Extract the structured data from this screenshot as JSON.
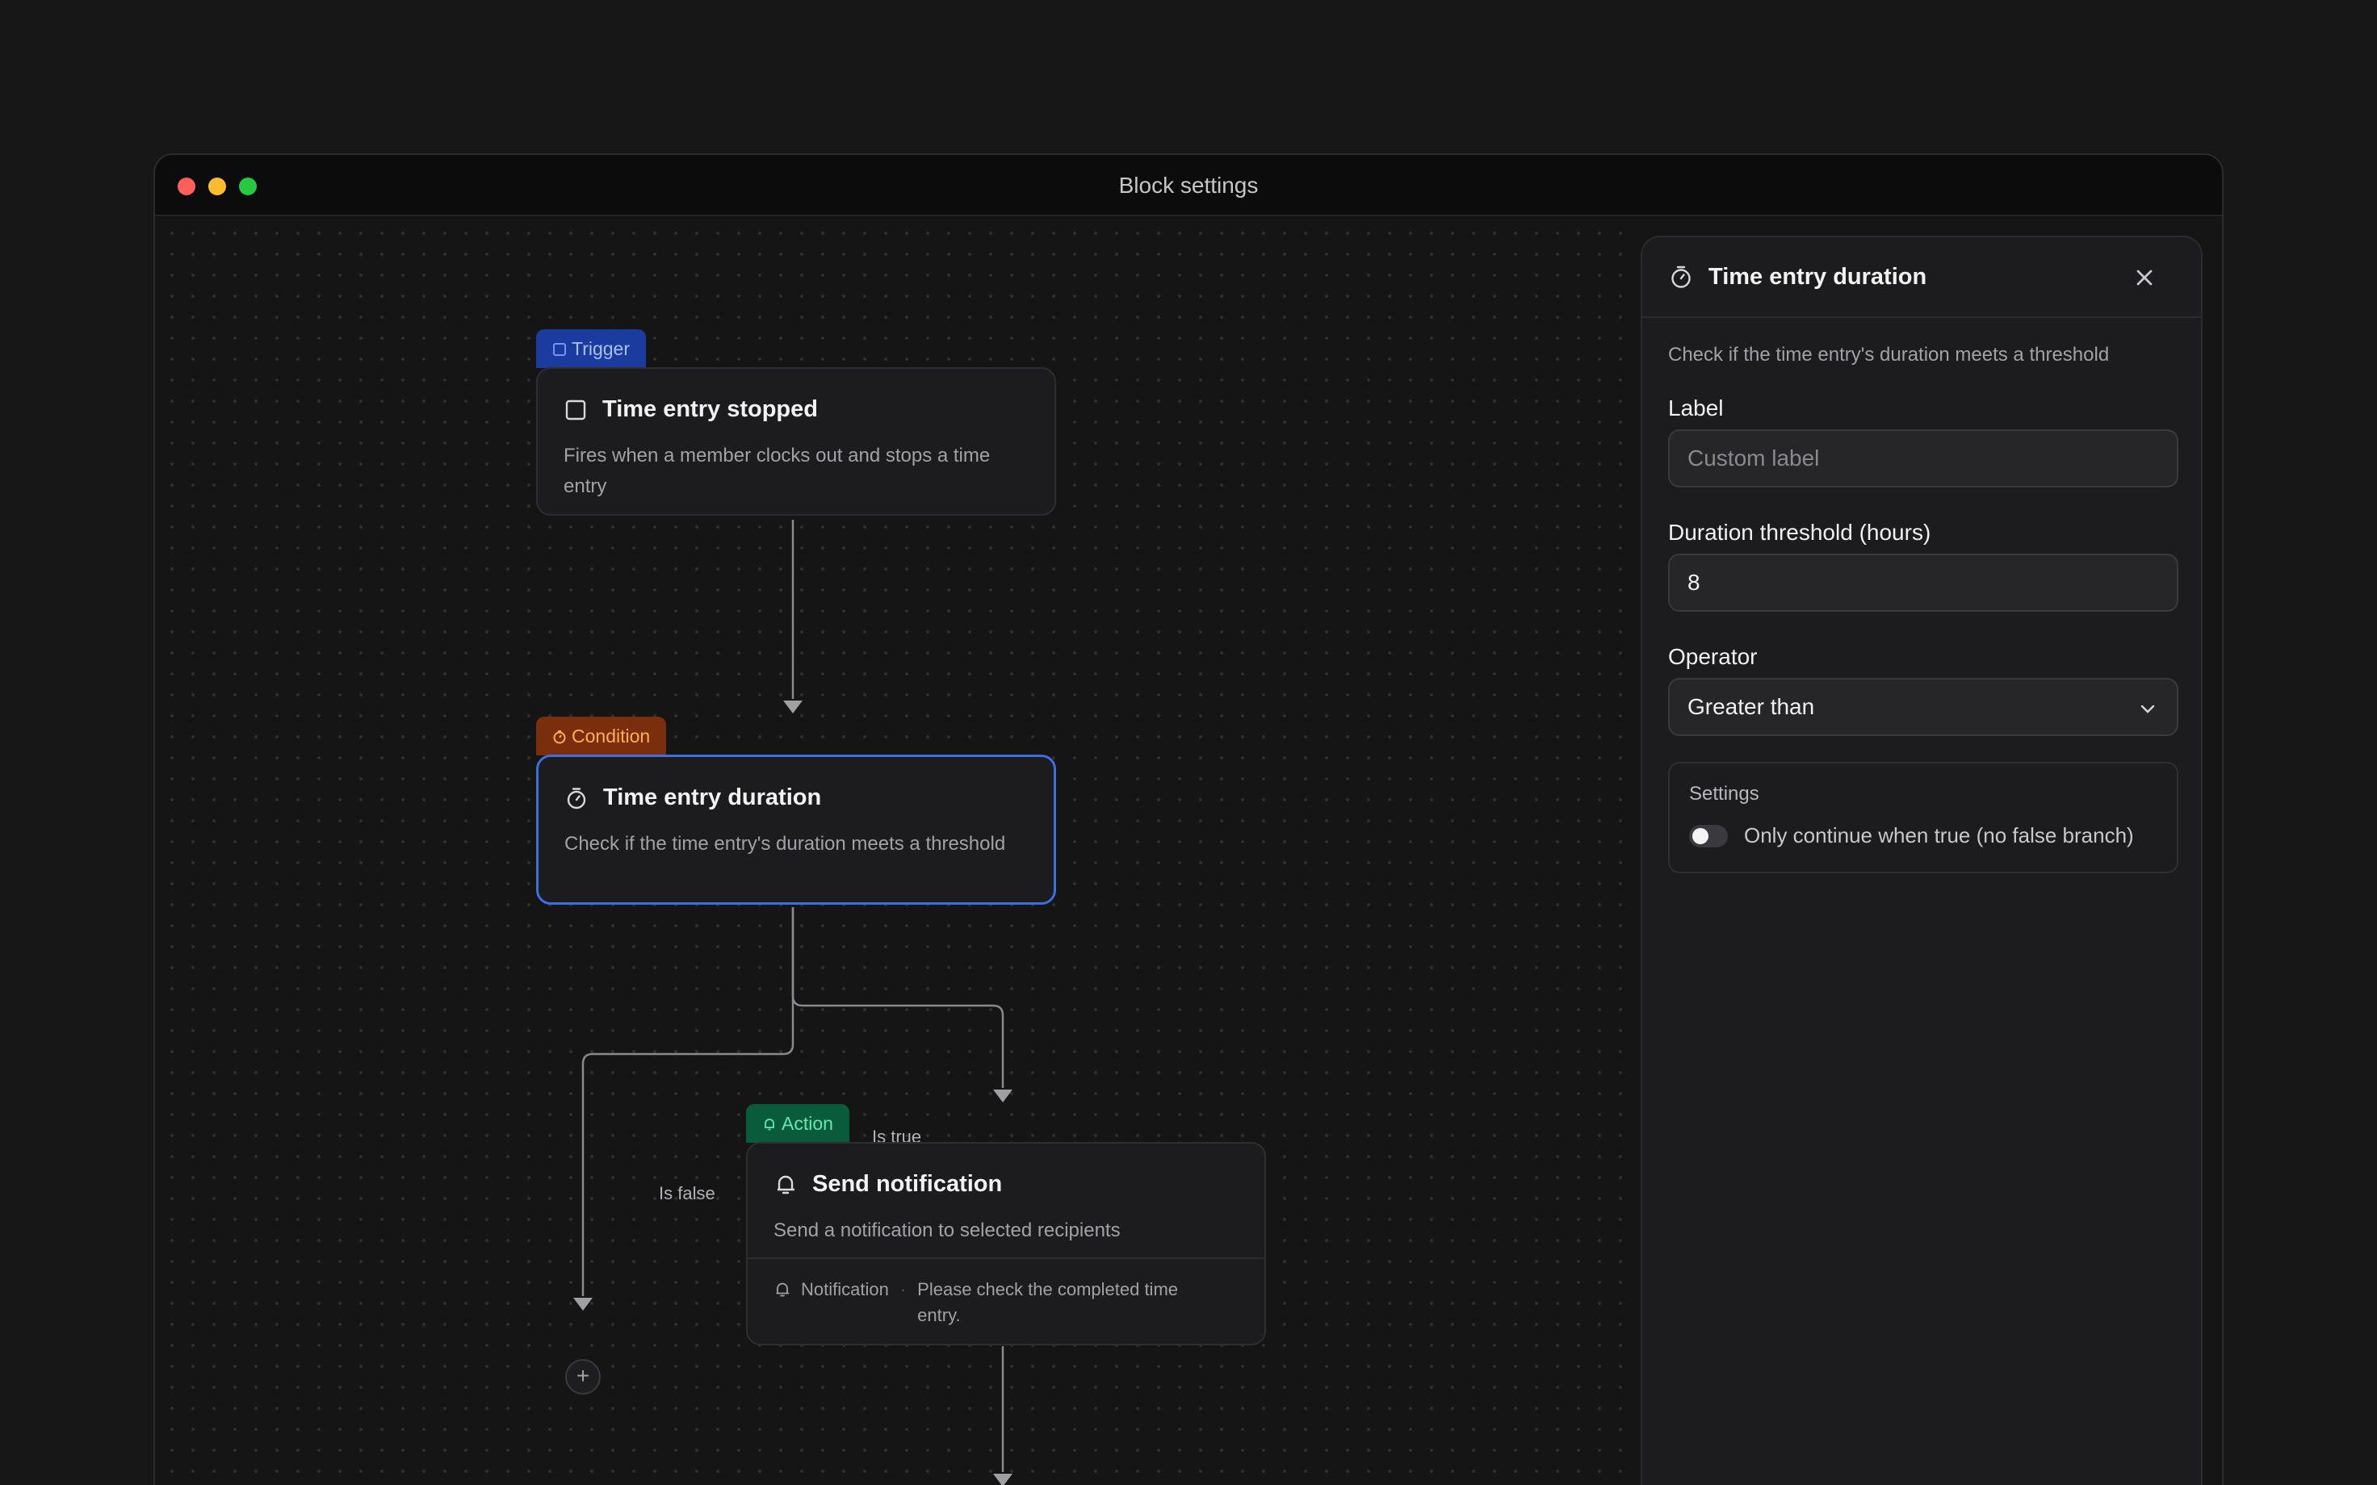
{
  "window": {
    "title": "Block settings"
  },
  "canvas": {
    "nodes": [
      {
        "id": "trigger",
        "badge": "Trigger",
        "title": "Time entry stopped",
        "description": "Fires when a member clocks out and stops a time entry",
        "icon": "square-icon"
      },
      {
        "id": "condition",
        "badge": "Condition",
        "title": "Time entry duration",
        "description": "Check if the time entry's duration meets a threshold",
        "icon": "stopwatch-icon",
        "selected": true
      },
      {
        "id": "action",
        "badge": "Action",
        "title": "Send notification",
        "description": "Send a notification to selected recipients",
        "icon": "bell-icon",
        "footer": {
          "type": "Notification",
          "message": "Please check the completed time entry."
        }
      }
    ],
    "edges": {
      "true_label": "Is true",
      "false_label": "Is false"
    },
    "add_button": "+"
  },
  "panel": {
    "title": "Time entry duration",
    "description": "Check if the time entry's duration meets a threshold",
    "fields": {
      "label": {
        "label": "Label",
        "placeholder": "Custom label",
        "value": ""
      },
      "threshold": {
        "label": "Duration threshold (hours)",
        "value": "8"
      },
      "operator": {
        "label": "Operator",
        "value": "Greater than"
      }
    },
    "settings": {
      "title": "Settings",
      "toggle_label": "Only continue when true (no false branch)",
      "toggle_on": false
    }
  },
  "colors": {
    "trigger": "#1b3b9f",
    "condition": "#7a2e0b",
    "action": "#0a5a3c",
    "selected_border": "#3d6fe0"
  }
}
